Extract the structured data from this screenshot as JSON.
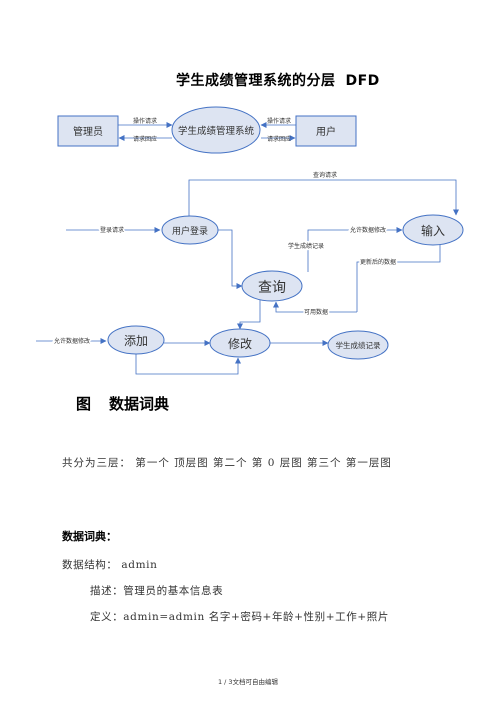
{
  "title": {
    "main": "学生成绩管理系统的分层",
    "suffix": "DFD"
  },
  "top_level": {
    "admin": "管理员",
    "system": "学生成绩管理系统",
    "user": "用户",
    "op_request_left": "操作请求",
    "req_return_left": "请求回应",
    "op_request_right": "操作请求",
    "req_return_right": "请求回应"
  },
  "second_level": {
    "query_request": "查询请求",
    "login_request": "登录请求",
    "user_login": "用户登录",
    "allow_modify": "允许数据修改",
    "input": "输入",
    "student_records": "学生成绩记录",
    "updated_data": "更新后的数据",
    "query": "查询",
    "available_data": "可用数据",
    "allow_modify2": "允许数据修改",
    "add": "添加",
    "modify": "修改",
    "grade_records": "学生成绩记录"
  },
  "figure_caption": {
    "label": "图",
    "text": "数据词典"
  },
  "intro": "共分为三层： 第一个 顶层图   第二个 第 0 层图   第三个 第一层图",
  "dictionary": {
    "heading": "数据词典：",
    "structure": "数据结构： admin",
    "description": "描述：管理员的基本信息表",
    "definition": "定义：admin=admin 名字+密码+年龄+性别+工作+照片"
  },
  "footer": "1 / 3文档可自由编辑"
}
